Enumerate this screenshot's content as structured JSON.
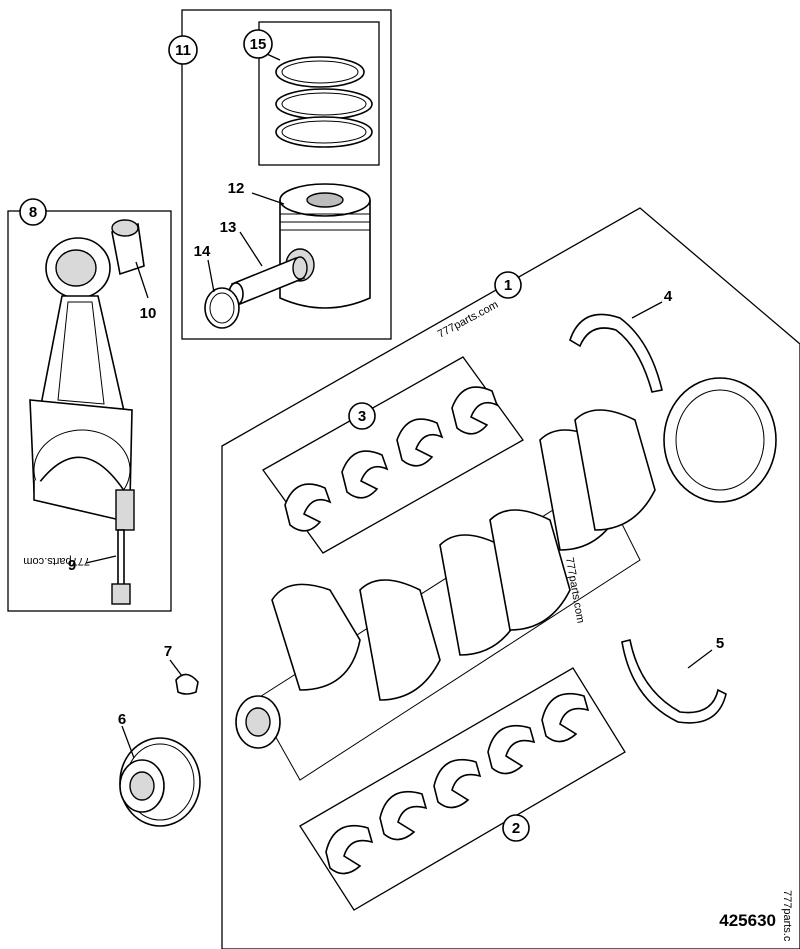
{
  "diagram": {
    "figure_number": "425630",
    "watermarks": [
      "777parts.com",
      "777parts.com",
      "777parts.com",
      "777parts.c"
    ],
    "callouts": [
      {
        "id": "c1",
        "label": "1",
        "circled": true
      },
      {
        "id": "c2",
        "label": "2",
        "circled": true
      },
      {
        "id": "c3",
        "label": "3",
        "circled": true
      },
      {
        "id": "c4",
        "label": "4",
        "circled": false
      },
      {
        "id": "c5",
        "label": "5",
        "circled": false
      },
      {
        "id": "c6",
        "label": "6",
        "circled": false
      },
      {
        "id": "c7",
        "label": "7",
        "circled": false
      },
      {
        "id": "c8",
        "label": "8",
        "circled": true
      },
      {
        "id": "c9",
        "label": "9",
        "circled": false
      },
      {
        "id": "c10",
        "label": "10",
        "circled": false
      },
      {
        "id": "c11",
        "label": "11",
        "circled": true
      },
      {
        "id": "c12",
        "label": "12",
        "circled": false
      },
      {
        "id": "c13",
        "label": "13",
        "circled": false
      },
      {
        "id": "c14",
        "label": "14",
        "circled": false
      },
      {
        "id": "c15",
        "label": "15",
        "circled": true
      }
    ]
  }
}
